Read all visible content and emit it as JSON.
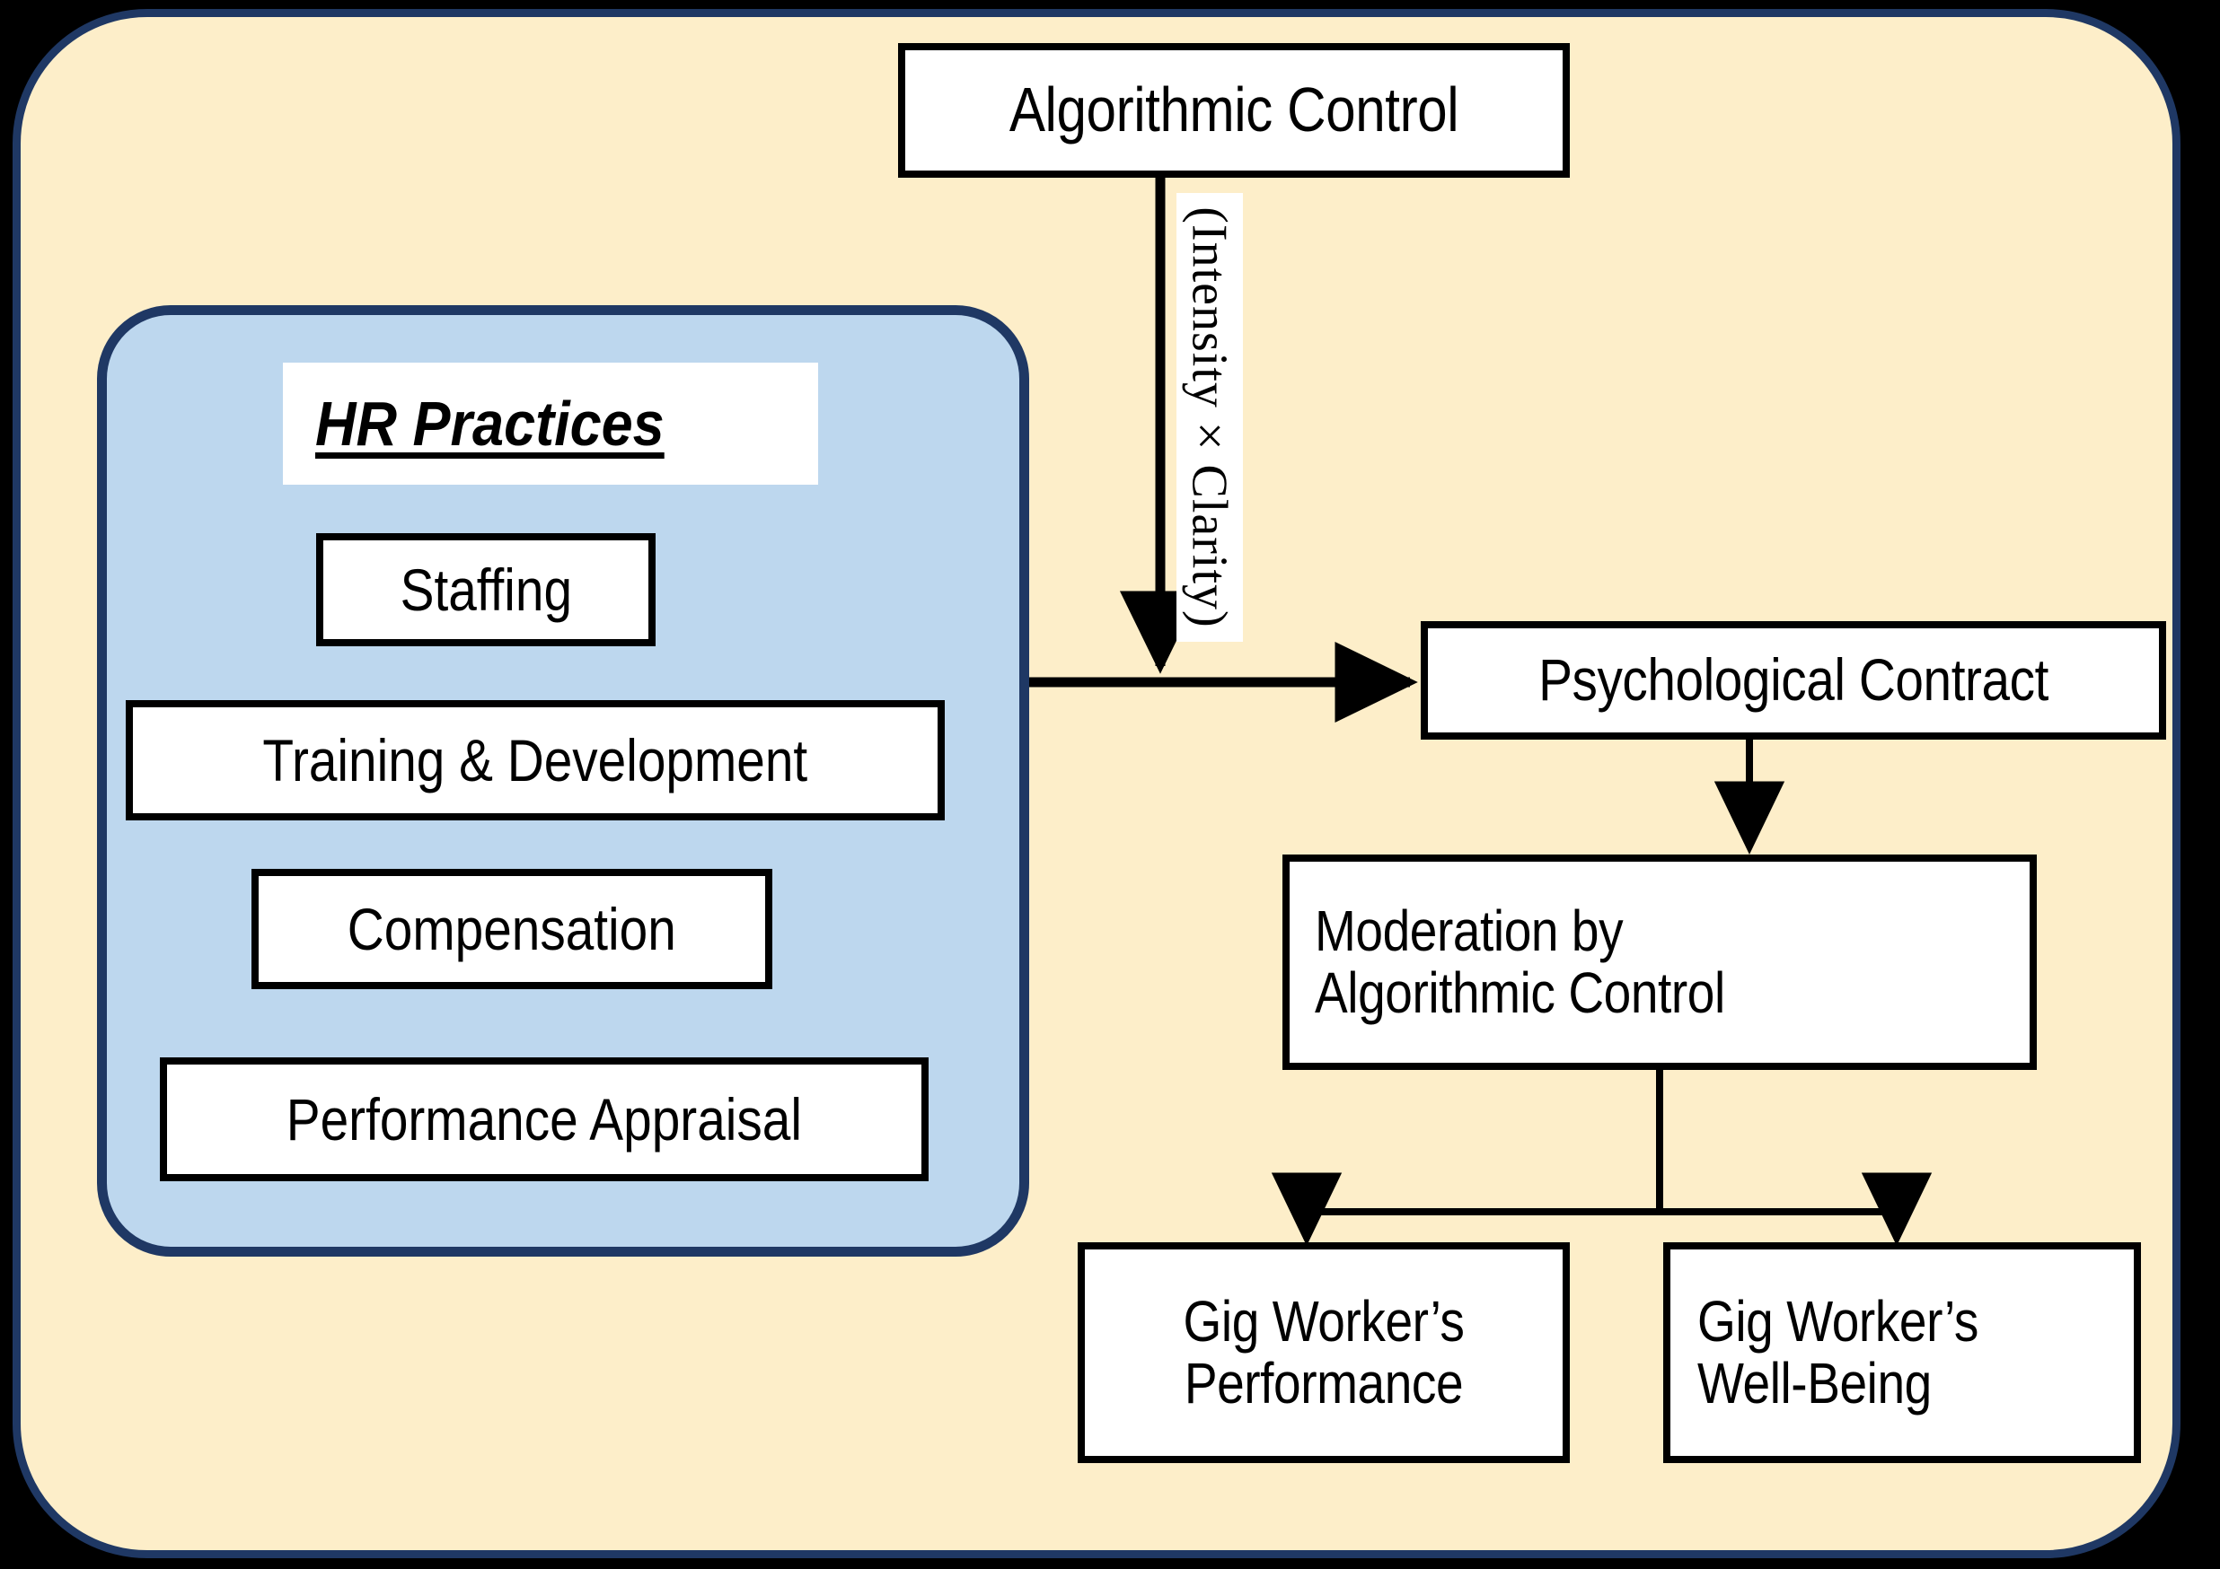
{
  "figure": {
    "type": "conceptual-model-diagram",
    "frame": {
      "background_color": "#fdeec9",
      "border_color": "#1f3864",
      "canvas_color": "#000000"
    }
  },
  "nodes": {
    "algorithmic_control": "Algorithmic Control",
    "psychological_contract": "Psychological Contract",
    "moderation": "Moderation by\nAlgorithmic Control",
    "gig_performance": "Gig Worker’s\nPerformance",
    "gig_wellbeing": "Gig Worker’s\nWell-Being"
  },
  "hr_practices": {
    "heading": "HR Practices",
    "container_fill": "#bdd7ee",
    "container_border": "#1f3864",
    "items": [
      {
        "label": "Staffing"
      },
      {
        "label": "Training & Development"
      },
      {
        "label": "Compensation"
      },
      {
        "label": "Performance Appraisal"
      }
    ]
  },
  "edges": {
    "algorithmic_to_contract_label": "(Intensity × Clarity)",
    "list": [
      {
        "from": "algorithmic_control",
        "to": "psychological_contract",
        "label": "(Intensity × Clarity)",
        "style": "vertical-arrow"
      },
      {
        "from": "hr_practices",
        "to": "psychological_contract",
        "label": "",
        "style": "horizontal-arrow"
      },
      {
        "from": "psychological_contract",
        "to": "moderation",
        "label": "",
        "style": "vertical-arrow"
      },
      {
        "from": "moderation",
        "to": "gig_performance",
        "label": "",
        "style": "elbow-arrow"
      },
      {
        "from": "moderation",
        "to": "gig_wellbeing",
        "label": "",
        "style": "elbow-arrow"
      }
    ]
  }
}
